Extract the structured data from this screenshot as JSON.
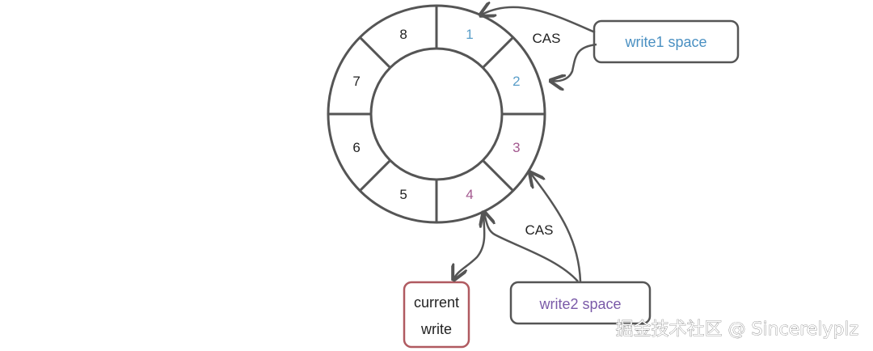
{
  "ring": {
    "segments": [
      {
        "label": "1",
        "color": "#5a9ec9"
      },
      {
        "label": "2",
        "color": "#5a9ec9"
      },
      {
        "label": "3",
        "color": "#a3588f"
      },
      {
        "label": "4",
        "color": "#a3588f"
      },
      {
        "label": "5",
        "color": "#222222"
      },
      {
        "label": "6",
        "color": "#222222"
      },
      {
        "label": "7",
        "color": "#222222"
      },
      {
        "label": "8",
        "color": "#222222"
      }
    ]
  },
  "boxes": {
    "write1": {
      "label": "write1 space",
      "color": "#4a90c2"
    },
    "write2": {
      "label": "write2 space",
      "color": "#7a5aa8"
    },
    "current": {
      "line1": "current",
      "line2": "write",
      "border_color": "#b05a60"
    }
  },
  "arrows": {
    "cas_top": "CAS",
    "cas_bottom": "CAS"
  },
  "watermark": "掘金技术社区 @ Sincerelyplz"
}
